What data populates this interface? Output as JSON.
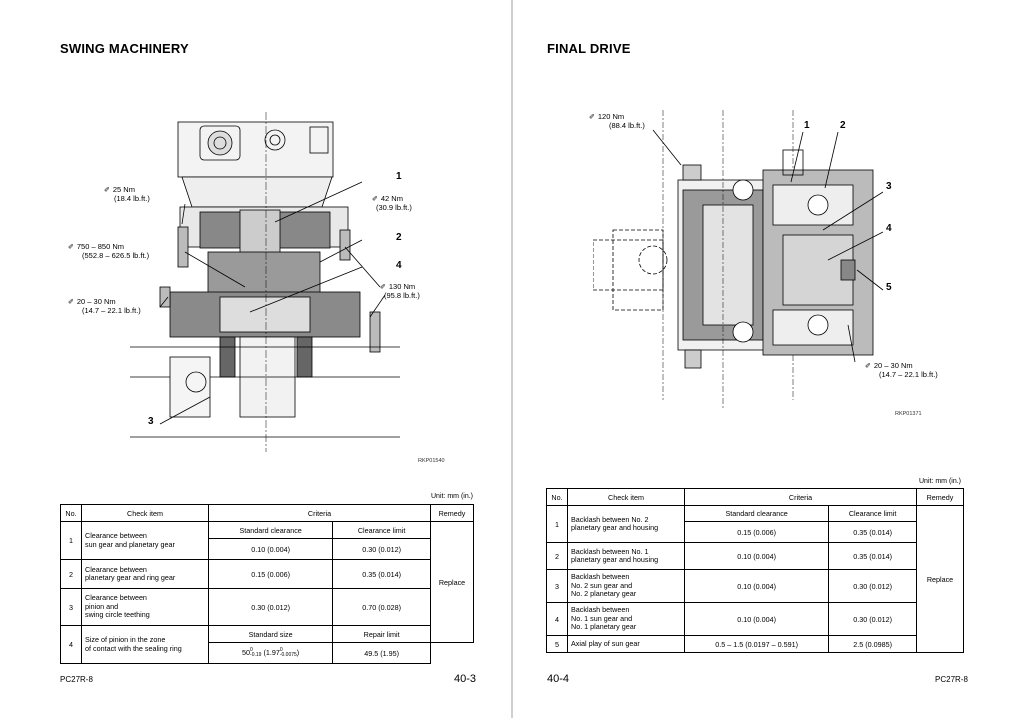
{
  "left": {
    "title": "SWING MACHINERY",
    "torques": {
      "t25": [
        "25 Nm",
        "(18.4 lb.ft.)"
      ],
      "t42": [
        "42 Nm",
        "(30.9 lb.ft.)"
      ],
      "t750": [
        "750 – 850 Nm",
        "(552.8 – 626.5 lb.ft.)"
      ],
      "t130": [
        "130 Nm",
        "(95.8 lb.ft.)"
      ],
      "t20": [
        "20 – 30 Nm",
        "(14.7 – 22.1 lb.ft.)"
      ]
    },
    "callouts": [
      "1",
      "2",
      "4",
      "3"
    ],
    "figure_id": "RKP01540",
    "unit_note": "Unit: mm (in.)",
    "table": {
      "headers": {
        "no": "No.",
        "check": "Check item",
        "criteria": "Criteria",
        "remedy": "Remedy"
      },
      "sub1": {
        "a": "Standard clearance",
        "b": "Clearance limit"
      },
      "sub2": {
        "a": "Standard size",
        "b": "Repair limit"
      },
      "rows": [
        {
          "no": "1",
          "item": "Clearance between\nsun gear and planetary gear",
          "a": "0.10 (0.004)",
          "b": "0.30 (0.012)"
        },
        {
          "no": "2",
          "item": "Clearance between\nplanetary gear and ring gear",
          "a": "0.15 (0.006)",
          "b": "0.35 (0.014)"
        },
        {
          "no": "3",
          "item": "Clearance between\npinion and\nswing circle teething",
          "a": "0.30 (0.012)",
          "b": "0.70 (0.028)"
        },
        {
          "no": "4",
          "item": "Size of pinion in the zone\nof contact with the sealing ring",
          "a": "50",
          "b": "49.5 (1.95)"
        }
      ],
      "row4_tol": {
        "upper": "0",
        "lower": "-0.19",
        "inch": "(1.97",
        "inch_upper": "0",
        "inch_lower": "-0.0075",
        "close": ")"
      },
      "remedy": "Replace"
    },
    "footer_model": "PC27R-8",
    "page_no": "40-3"
  },
  "right": {
    "title": "FINAL DRIVE",
    "torques": {
      "t120": [
        "120 Nm",
        "(88.4 lb.ft.)"
      ],
      "t20": [
        "20 – 30 Nm",
        "(14.7 – 22.1 lb.ft.)"
      ]
    },
    "callouts": [
      "1",
      "2",
      "3",
      "4",
      "5"
    ],
    "figure_id": "RKP01371",
    "unit_note": "Unit: mm (in.)",
    "table": {
      "headers": {
        "no": "No.",
        "check": "Check item",
        "criteria": "Criteria",
        "remedy": "Remedy"
      },
      "sub1": {
        "a": "Standard clearance",
        "b": "Clearance limit"
      },
      "rows": [
        {
          "no": "1",
          "item": "Backlash between No. 2\nplanetary gear and housing",
          "a": "0.15 (0.006)",
          "b": "0.35 (0.014)"
        },
        {
          "no": "2",
          "item": "Backlash between No. 1\nplanetary gear and housing",
          "a": "0.10 (0.004)",
          "b": "0.35 (0.014)"
        },
        {
          "no": "3",
          "item": "Backlash between\nNo. 2 sun gear and\nNo. 2 planetary gear",
          "a": "0.10 (0.004)",
          "b": "0.30 (0.012)"
        },
        {
          "no": "4",
          "item": "Backlash between\nNo. 1 sun gear and\nNo. 1 planetary gear",
          "a": "0.10 (0.004)",
          "b": "0.30 (0.012)"
        },
        {
          "no": "5",
          "item": "Axial play of sun gear",
          "a": "0.5 – 1.5 (0.0197 – 0.591)",
          "b": "2.5 (0.0985)"
        }
      ],
      "remedy": "Replace"
    },
    "footer_model": "PC27R-8",
    "page_no": "40-4"
  }
}
